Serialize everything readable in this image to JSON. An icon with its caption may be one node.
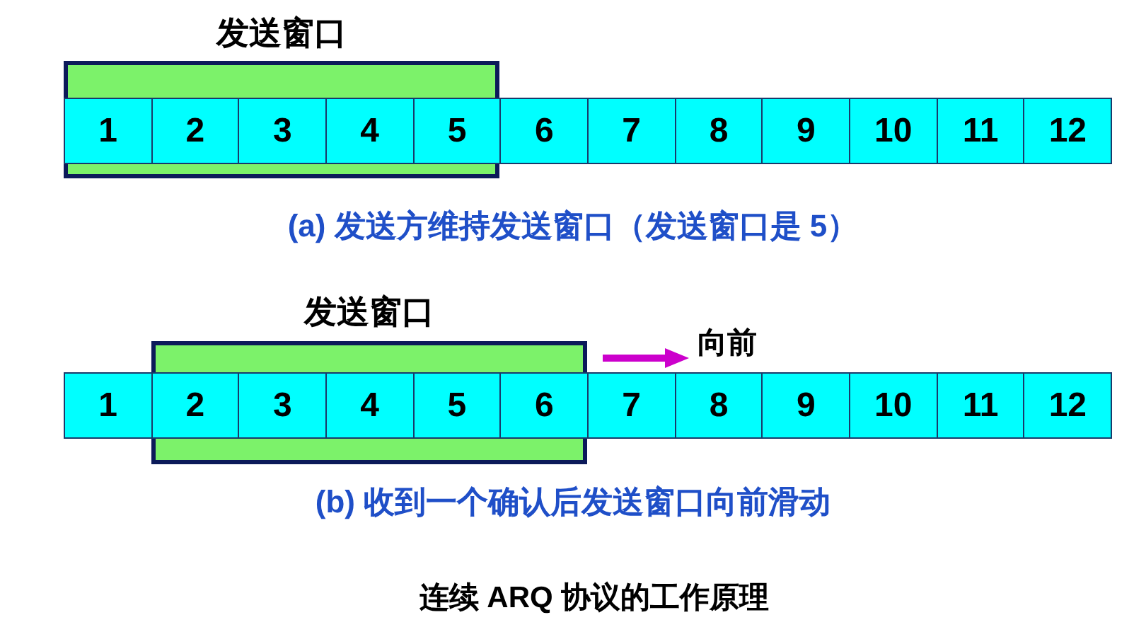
{
  "diagram": {
    "caption": "连续 ARQ 协议的工作原理",
    "nodes": [
      {
        "text": [
          "发送窗口"
        ]
      },
      {
        "text": [
          "1"
        ],
        "in": 0
      },
      {
        "text": [
          "2"
        ],
        "in": 0
      },
      {
        "text": [
          "3"
        ],
        "in": 0
      },
      {
        "text": [
          "4"
        ],
        "in": 0
      },
      {
        "text": [
          "5"
        ],
        "in": 0
      },
      {
        "text": [
          "6"
        ]
      },
      {
        "text": [
          "7"
        ]
      },
      {
        "text": [
          "8"
        ]
      },
      {
        "text": [
          "9"
        ]
      },
      {
        "text": [
          "10"
        ]
      },
      {
        "text": [
          "11"
        ]
      },
      {
        "text": [
          "12"
        ]
      },
      {
        "text": [
          "发送窗口"
        ]
      },
      {
        "text": [
          "1"
        ]
      },
      {
        "text": [
          "2"
        ],
        "in": 13
      },
      {
        "text": [
          "3"
        ],
        "in": 13
      },
      {
        "text": [
          "4"
        ],
        "in": 13
      },
      {
        "text": [
          "5"
        ],
        "in": 13
      },
      {
        "text": [
          "6"
        ],
        "in": 13
      },
      {
        "text": [
          "7"
        ]
      },
      {
        "text": [
          "8"
        ]
      },
      {
        "text": [
          "9"
        ]
      },
      {
        "text": [
          "10"
        ]
      },
      {
        "text": [
          "11"
        ]
      },
      {
        "text": [
          "12"
        ]
      }
    ],
    "labels": [
      "(a) 发送方维持发送窗口（发送窗口是 5）",
      "向前",
      "(b) 收到一个确认后发送窗口向前滑动"
    ]
  }
}
